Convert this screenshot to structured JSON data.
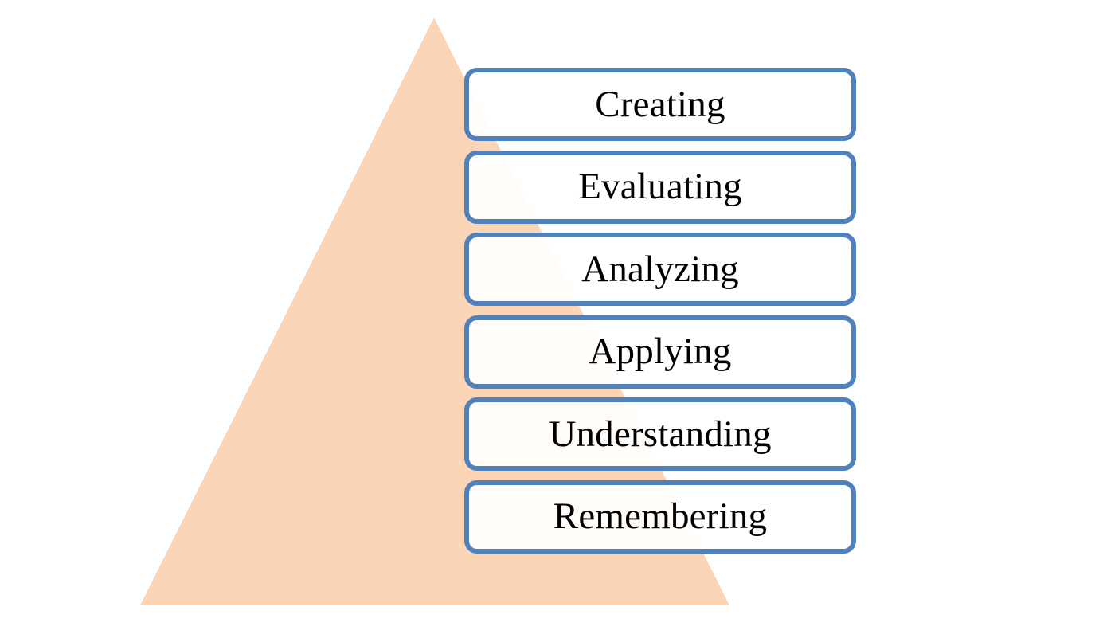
{
  "diagram": {
    "type": "pyramid",
    "shape": {
      "name": "triangle",
      "fill_color": "#fbd5b5",
      "apex": [
        545,
        22
      ],
      "base_left": [
        176,
        760
      ],
      "base_right": [
        916,
        760
      ]
    },
    "box_style": {
      "border_color": "#4f81bd",
      "fill_color": "#ffffff",
      "text_color": "#000000"
    },
    "levels": [
      {
        "label": "Creating"
      },
      {
        "label": "Evaluating"
      },
      {
        "label": "Analyzing"
      },
      {
        "label": "Applying"
      },
      {
        "label": "Understanding"
      },
      {
        "label": "Remembering"
      }
    ]
  }
}
